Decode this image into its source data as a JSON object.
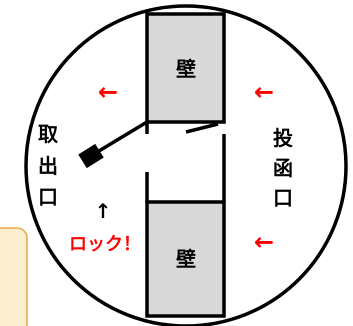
{
  "labels": {
    "wall_top": "壁",
    "wall_bottom": "壁",
    "outlet": [
      "取",
      "出",
      "口"
    ],
    "slot": [
      "投",
      "函",
      "口"
    ],
    "lock": "ロック！"
  },
  "arrows": {
    "flow_arrow": "←",
    "lock_arrow": "↑"
  },
  "colors": {
    "wall_fill": "#d9d9d9",
    "arrow_red": "#ff0000",
    "note_fill": "#fdeecf",
    "note_border": "#e8a84a"
  }
}
